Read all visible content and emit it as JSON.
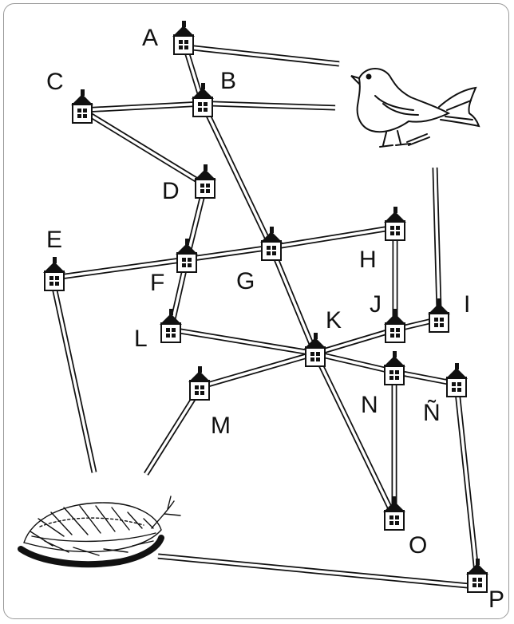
{
  "diagram": {
    "colors": {
      "ink": "#111111",
      "road_fill": "#ffffff",
      "frame": "#9a9a9a"
    },
    "nodes": [
      {
        "id": "A",
        "label": "A"
      },
      {
        "id": "B",
        "label": "B"
      },
      {
        "id": "C",
        "label": "C"
      },
      {
        "id": "D",
        "label": "D"
      },
      {
        "id": "E",
        "label": "E"
      },
      {
        "id": "F",
        "label": "F"
      },
      {
        "id": "G",
        "label": "G"
      },
      {
        "id": "H",
        "label": "H"
      },
      {
        "id": "I",
        "label": "I"
      },
      {
        "id": "J",
        "label": "J"
      },
      {
        "id": "K",
        "label": "K"
      },
      {
        "id": "L",
        "label": "L"
      },
      {
        "id": "M",
        "label": "M"
      },
      {
        "id": "N",
        "label": "N"
      },
      {
        "id": "Ñ",
        "label": "Ñ"
      },
      {
        "id": "O",
        "label": "O"
      },
      {
        "id": "P",
        "label": "P"
      }
    ],
    "edges": [
      [
        "A",
        "bird"
      ],
      [
        "A",
        "B"
      ],
      [
        "B",
        "bird"
      ],
      [
        "C",
        "B"
      ],
      [
        "C",
        "D"
      ],
      [
        "B",
        "G"
      ],
      [
        "D",
        "F"
      ],
      [
        "E",
        "F"
      ],
      [
        "F",
        "G"
      ],
      [
        "G",
        "H"
      ],
      [
        "F",
        "L"
      ],
      [
        "G",
        "K"
      ],
      [
        "H",
        "J"
      ],
      [
        "I",
        "bird"
      ],
      [
        "J",
        "I"
      ],
      [
        "L",
        "K"
      ],
      [
        "K",
        "J"
      ],
      [
        "K",
        "N"
      ],
      [
        "K",
        "M"
      ],
      [
        "K",
        "O"
      ],
      [
        "N",
        "Ñ"
      ],
      [
        "N",
        "O"
      ],
      [
        "Ñ",
        "P"
      ],
      [
        "E",
        "nest"
      ],
      [
        "M",
        "nest"
      ],
      [
        "nest",
        "P"
      ]
    ],
    "icons": {
      "bird": "bird-icon",
      "nest": "nest-icon",
      "house": "house-icon"
    }
  }
}
